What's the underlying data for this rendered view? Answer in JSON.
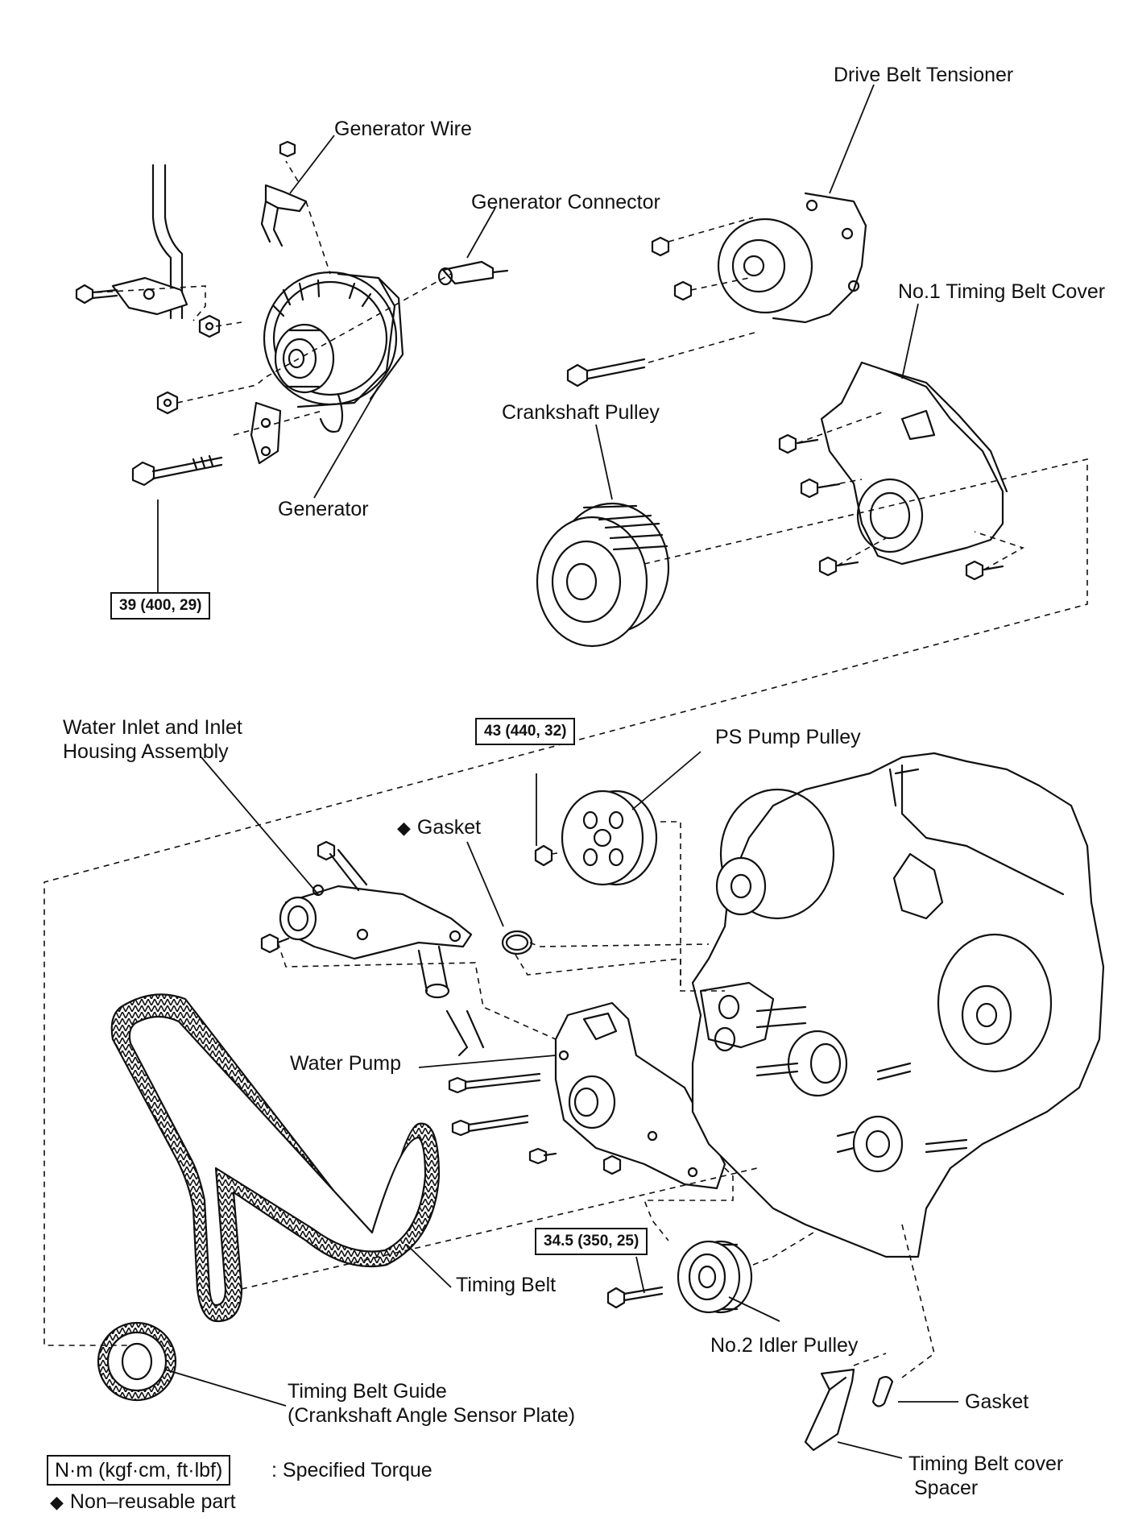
{
  "labels": {
    "drive_belt_tensioner": "Drive Belt Tensioner",
    "generator_wire": "Generator Wire",
    "generator_connector": "Generator Connector",
    "no1_timing_belt_cover": "No.1 Timing Belt Cover",
    "crankshaft_pulley": "Crankshaft Pulley",
    "generator": "Generator",
    "water_inlet_line1": "Water Inlet and Inlet",
    "water_inlet_line2": "Housing Assembly",
    "ps_pump_pulley": "PS Pump Pulley",
    "gasket_top": "Gasket",
    "water_pump": "Water Pump",
    "timing_belt": "Timing Belt",
    "no2_idler_pulley": "No.2 Idler Pulley",
    "timing_belt_guide_line1": "Timing Belt Guide",
    "timing_belt_guide_line2": "(Crankshaft Angle Sensor Plate)",
    "gasket_bottom": "Gasket",
    "timing_belt_cover_spacer_line1": "Timing Belt cover",
    "timing_belt_cover_spacer_line2": "Spacer"
  },
  "torques": {
    "generator_bolt": "39 (400, 29)",
    "ps_pump_nut": "43 (440, 32)",
    "idler_bolt": "34.5 (350, 25)"
  },
  "legend": {
    "unit_box": "N·m (kgf·cm, ft·lbf)",
    "unit_desc": ": Specified Torque",
    "symbol": "◆",
    "non_reusable": "Non–reusable part"
  }
}
